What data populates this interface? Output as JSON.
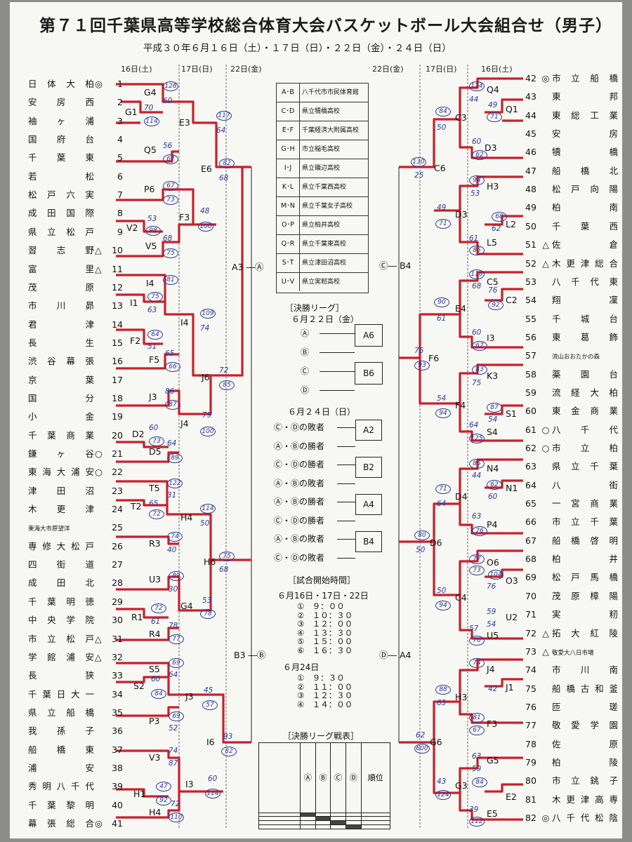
{
  "header": {
    "title": "第７１回千葉県高等学校総合体育大会バスケットボール大会組合せ（男子）",
    "subtitle": "平成３０年６月１６日（土）・１７日（日）・２２日（金）・２４日（日）"
  },
  "day_headers": {
    "l16": "16日(土)",
    "l17": "17日(日)",
    "l22": "22日(金)",
    "r22": "22日(金)",
    "r17": "17日(日)",
    "r16": "16日(土)"
  },
  "left_teams": [
    {
      "no": "1",
      "name": "日体大柏",
      "suffix": "◎"
    },
    {
      "no": "2",
      "name": "安房西",
      "suffix": ""
    },
    {
      "no": "3",
      "name": "袖ヶ浦",
      "suffix": ""
    },
    {
      "no": "4",
      "name": "国府台",
      "suffix": ""
    },
    {
      "no": "5",
      "name": "千葉東",
      "suffix": ""
    },
    {
      "no": "6",
      "name": "若松",
      "suffix": ""
    },
    {
      "no": "7",
      "name": "松戸六実",
      "suffix": ""
    },
    {
      "no": "8",
      "name": "成田国際",
      "suffix": ""
    },
    {
      "no": "9",
      "name": "県立松戸",
      "suffix": ""
    },
    {
      "no": "10",
      "name": "習志野",
      "suffix": "△"
    },
    {
      "no": "11",
      "name": "富里",
      "suffix": "△"
    },
    {
      "no": "12",
      "name": "茂原",
      "suffix": ""
    },
    {
      "no": "13",
      "name": "市川昴",
      "suffix": ""
    },
    {
      "no": "14",
      "name": "君津",
      "suffix": ""
    },
    {
      "no": "15",
      "name": "長生",
      "suffix": ""
    },
    {
      "no": "16",
      "name": "渋谷幕張",
      "suffix": ""
    },
    {
      "no": "17",
      "name": "京葉",
      "suffix": ""
    },
    {
      "no": "18",
      "name": "国分",
      "suffix": ""
    },
    {
      "no": "19",
      "name": "小金",
      "suffix": ""
    },
    {
      "no": "20",
      "name": "千葉商業",
      "suffix": ""
    },
    {
      "no": "21",
      "name": "鎌ヶ谷",
      "suffix": "○"
    },
    {
      "no": "22",
      "name": "東海大浦安",
      "suffix": "○"
    },
    {
      "no": "23",
      "name": "津田沼",
      "suffix": ""
    },
    {
      "no": "24",
      "name": "木更津",
      "suffix": ""
    },
    {
      "no": "25",
      "name": "東海大市原望洋",
      "suffix": "",
      "small": true
    },
    {
      "no": "26",
      "name": "専修大松戸",
      "suffix": ""
    },
    {
      "no": "27",
      "name": "四街道",
      "suffix": ""
    },
    {
      "no": "28",
      "name": "成田北",
      "suffix": ""
    },
    {
      "no": "29",
      "name": "千葉明徳",
      "suffix": ""
    },
    {
      "no": "30",
      "name": "中央学院",
      "suffix": ""
    },
    {
      "no": "31",
      "name": "市立松戸",
      "suffix": "△"
    },
    {
      "no": "32",
      "name": "学館浦安",
      "suffix": "△"
    },
    {
      "no": "33",
      "name": "長狭",
      "suffix": ""
    },
    {
      "no": "34",
      "name": "千葉日大一",
      "suffix": ""
    },
    {
      "no": "35",
      "name": "県立船橋",
      "suffix": ""
    },
    {
      "no": "36",
      "name": "我孫子",
      "suffix": ""
    },
    {
      "no": "37",
      "name": "船橋東",
      "suffix": ""
    },
    {
      "no": "38",
      "name": "浦安",
      "suffix": ""
    },
    {
      "no": "39",
      "name": "秀明八千代",
      "suffix": ""
    },
    {
      "no": "40",
      "name": "千葉黎明",
      "suffix": ""
    },
    {
      "no": "41",
      "name": "幕張総合",
      "suffix": "◎"
    }
  ],
  "right_teams": [
    {
      "no": "42",
      "name": "市立船橋",
      "suffix": "◎"
    },
    {
      "no": "43",
      "name": "東邦",
      "suffix": ""
    },
    {
      "no": "44",
      "name": "東総工業",
      "suffix": ""
    },
    {
      "no": "45",
      "name": "安房",
      "suffix": ""
    },
    {
      "no": "46",
      "name": "犢橋",
      "suffix": ""
    },
    {
      "no": "47",
      "name": "船橋北",
      "suffix": ""
    },
    {
      "no": "48",
      "name": "松戸向陽",
      "suffix": ""
    },
    {
      "no": "49",
      "name": "柏南",
      "suffix": ""
    },
    {
      "no": "50",
      "name": "千葉西",
      "suffix": ""
    },
    {
      "no": "51",
      "name": "佐倉",
      "suffix": "△"
    },
    {
      "no": "52",
      "name": "木更津総合",
      "suffix": "△"
    },
    {
      "no": "53",
      "name": "八千代東",
      "suffix": ""
    },
    {
      "no": "54",
      "name": "翔凜",
      "suffix": ""
    },
    {
      "no": "55",
      "name": "千城台",
      "suffix": ""
    },
    {
      "no": "56",
      "name": "東葛飾",
      "suffix": ""
    },
    {
      "no": "57",
      "name": "流山おおたかの森",
      "suffix": "",
      "small": true
    },
    {
      "no": "58",
      "name": "薬園台",
      "suffix": ""
    },
    {
      "no": "59",
      "name": "流経大柏",
      "suffix": ""
    },
    {
      "no": "60",
      "name": "東金商業",
      "suffix": ""
    },
    {
      "no": "61",
      "name": "八千代",
      "suffix": "○"
    },
    {
      "no": "62",
      "name": "市立柏",
      "suffix": "○"
    },
    {
      "no": "63",
      "name": "県立千葉",
      "suffix": ""
    },
    {
      "no": "64",
      "name": "八街",
      "suffix": ""
    },
    {
      "no": "65",
      "name": "一宮商業",
      "suffix": ""
    },
    {
      "no": "66",
      "name": "市立千葉",
      "suffix": ""
    },
    {
      "no": "67",
      "name": "船橋啓明",
      "suffix": ""
    },
    {
      "no": "68",
      "name": "柏井",
      "suffix": ""
    },
    {
      "no": "69",
      "name": "松戸馬橋",
      "suffix": ""
    },
    {
      "no": "70",
      "name": "茂原樟陽",
      "suffix": ""
    },
    {
      "no": "71",
      "name": "実籾",
      "suffix": ""
    },
    {
      "no": "72",
      "name": "拓大紅陵",
      "suffix": "△"
    },
    {
      "no": "73",
      "name": "敬愛大八日市場",
      "suffix": "△",
      "small": true
    },
    {
      "no": "74",
      "name": "市川南",
      "suffix": ""
    },
    {
      "no": "75",
      "name": "船橋古和釜",
      "suffix": ""
    },
    {
      "no": "76",
      "name": "匝瑳",
      "suffix": ""
    },
    {
      "no": "77",
      "name": "敬愛学園",
      "suffix": ""
    },
    {
      "no": "78",
      "name": "佐原",
      "suffix": ""
    },
    {
      "no": "79",
      "name": "柏陵",
      "suffix": ""
    },
    {
      "no": "80",
      "name": "市立銚子",
      "suffix": ""
    },
    {
      "no": "81",
      "name": "木更津高専",
      "suffix": ""
    },
    {
      "no": "82",
      "name": "八千代松陰",
      "suffix": "◎"
    }
  ],
  "venues": [
    {
      "key": "A･B",
      "name": "八千代市市民体育館"
    },
    {
      "key": "C･D",
      "name": "県立犢橋高校"
    },
    {
      "key": "E･F",
      "name": "千葉経済大附属高校"
    },
    {
      "key": "G･H",
      "name": "市立稲毛高校"
    },
    {
      "key": "I･J",
      "name": "県立磯辺高校"
    },
    {
      "key": "K･L",
      "name": "県立千葉西高校"
    },
    {
      "key": "M･N",
      "name": "県立千葉女子高校"
    },
    {
      "key": "O･P",
      "name": "県立柏井高校"
    },
    {
      "key": "Q･R",
      "name": "県立千葉東高校"
    },
    {
      "key": "S･T",
      "name": "県立津田沼高校"
    },
    {
      "key": "U･V",
      "name": "県立実籾高校"
    }
  ],
  "final_league": {
    "title": "［決勝リーグ］",
    "date": "６月２２日（金）",
    "rows": [
      {
        "label": "Ⓐ",
        "box": "A6"
      },
      {
        "label": "Ⓑ",
        "box": ""
      },
      {
        "label": "Ⓒ",
        "box": "B6"
      },
      {
        "label": "Ⓓ",
        "box": ""
      }
    ]
  },
  "day24": {
    "date": "６月２４日（日）",
    "rows": [
      {
        "label": "Ⓒ・Ⓓの敗者",
        "box": "A2"
      },
      {
        "label": "Ⓐ・Ⓑの勝者",
        "box": ""
      },
      {
        "label": "Ⓒ・Ⓓの勝者",
        "box": "B2"
      },
      {
        "label": "Ⓐ・Ⓑの敗者",
        "box": ""
      },
      {
        "label": "Ⓐ・Ⓑの勝者",
        "box": "A4"
      },
      {
        "label": "Ⓒ・Ⓓの勝者",
        "box": ""
      },
      {
        "label": "Ⓐ・Ⓑの敗者",
        "box": "B4"
      },
      {
        "label": "Ⓒ・Ⓓの敗者",
        "box": ""
      }
    ]
  },
  "start_times": {
    "title": "［試合開始時間］",
    "date1": "６月16日・17日・22日",
    "times1": [
      "①　９：００",
      "②　１０：３０",
      "③　１２：００",
      "④　１３：３０",
      "⑤　１５：００",
      "⑥　１６：３０"
    ],
    "date2": "６月24日",
    "times2": [
      "①　９：３０",
      "②　１１：００",
      "③　１２：３０",
      "④　１４：００"
    ]
  },
  "league_table": {
    "title": "［決勝リーグ戦表］",
    "headers": [
      "",
      "Ⓐ",
      "Ⓑ",
      "Ⓒ",
      "Ⓓ",
      "順位"
    ]
  },
  "match_labels": {
    "G4": "G4",
    "G1": "G1",
    "Q5": "Q5",
    "P6": "P6",
    "V2": "V2",
    "V5": "V5",
    "E3": "E3",
    "F3": "F3",
    "E6": "E6",
    "I4": "I4",
    "I1": "I1",
    "F2": "F2",
    "F5": "F5",
    "J3": "J3",
    "D2": "D2",
    "D5": "D5",
    "I4b": "I4",
    "J4": "J4",
    "J6": "J6",
    "A3": "A3 ―Ⓐ",
    "T5": "T5",
    "T2": "T2",
    "R3": "R3",
    "U3": "U3",
    "R1": "R1",
    "R4": "R4",
    "H4": "H4",
    "G4b": "G4",
    "H6": "H6",
    "S5": "S5",
    "S2": "S2",
    "P3": "P3",
    "V3": "V3",
    "H1": "H1",
    "H4b": "H4",
    "J3b": "J3",
    "I3": "I3",
    "I6": "I6",
    "B3": "B3 ―Ⓑ",
    "Q4": "Q4",
    "Q1": "Q1",
    "D3": "D3",
    "H3": "H3",
    "L2": "L2",
    "L5": "L5",
    "C3": "C3",
    "D3b": "D3",
    "C6": "C6",
    "B4": "Ⓒ― B4",
    "C5": "C5",
    "C2": "C2",
    "I3b": "I3",
    "K3": "K3",
    "S1": "S1",
    "S4": "S4",
    "E4": "E4",
    "F4": "F4",
    "F6": "F6",
    "N4": "N4",
    "N1": "N1",
    "P4": "P4",
    "O6": "O6",
    "O3": "O3",
    "U2": "U2",
    "U5": "U5",
    "D4": "D4",
    "C4": "C4",
    "D6": "D6",
    "J4b": "J4",
    "J1": "J1",
    "F3b": "F3",
    "G5": "G5",
    "E2": "E2",
    "E5": "E5",
    "H3b": "H3",
    "G3": "G3",
    "G6": "G6",
    "A4": "Ⓓ― A4"
  },
  "scores": {
    "s1": "128",
    "s2": "60",
    "s3": "70",
    "s4": "114",
    "s5": "56",
    "s6": "67",
    "s7": "117",
    "s8": "64",
    "s9": "82",
    "s10": "68",
    "s11": "67",
    "s12": "73",
    "s13": "53",
    "s14": "98",
    "s15": "68",
    "s16": "75",
    "s17": "48",
    "s18": "100",
    "s19": "81",
    "s20": "75",
    "s21": "63",
    "s22": "109",
    "s23": "74",
    "s24": "64",
    "s25": "51",
    "s26": "65",
    "s27": "66",
    "s28": "86",
    "s29": "87",
    "s30": "60",
    "s31": "73",
    "s32": "64",
    "s33": "89",
    "s34": "79",
    "s35": "100",
    "s36": "72",
    "s37": "85",
    "s38": "122",
    "s39": "31",
    "s40": "65",
    "s41": "72",
    "s42": "114",
    "s43": "50",
    "s44": "74",
    "s45": "40",
    "s46": "89",
    "s47": "30",
    "s48": "72",
    "s49": "61",
    "s50": "78",
    "s51": "77",
    "s52": "53",
    "s53": "78",
    "s54": "75",
    "s55": "68",
    "s56": "69",
    "s57": "64",
    "s58": "60",
    "s59": "84",
    "s60": "45",
    "s61": "57",
    "s62": "69",
    "s63": "52",
    "s64": "93",
    "s65": "82",
    "s66": "74",
    "s67": "87",
    "s68": "72",
    "s69": "110",
    "s70": "60",
    "s71": "114",
    "s72": "47",
    "s73": "92",
    "s74": "124",
    "s75": "44",
    "s76": "49",
    "s77": "71",
    "s78": "84",
    "s79": "50",
    "s80": "60",
    "s81": "62",
    "s82": "130",
    "s83": "25",
    "s84": "94",
    "s85": "53",
    "s86": "68",
    "s87": "62",
    "s88": "61",
    "s89": "85",
    "s90": "49",
    "s91": "71",
    "s92": "118",
    "s93": "68",
    "s94": "90",
    "s95": "61",
    "s96": "76",
    "s97": "92",
    "s98": "60",
    "s99": "67",
    "s100": "76",
    "s101": "93",
    "s102": "83",
    "s103": "75",
    "s104": "54",
    "s105": "94",
    "s106": "87",
    "s107": "54",
    "s108": "64",
    "s109": "125",
    "s110": "85",
    "s111": "44",
    "s112": "71",
    "s113": "64",
    "s114": "62",
    "s115": "60",
    "s116": "63",
    "s117": "76",
    "s118": "80",
    "s119": "50",
    "s120": "77",
    "s121": "73",
    "s122": "104",
    "s123": "76",
    "s124": "50",
    "s125": "94",
    "s126": "59",
    "s127": "54",
    "s128": "57",
    "s129": "70",
    "s130": "74",
    "s131": "42",
    "s132": "88",
    "s133": "63",
    "s134": "81",
    "s135": "67",
    "s136": "600",
    "s137": "62",
    "s138": "63",
    "s139": "59",
    "s140": "84",
    "s141": "43",
    "s142": "124",
    "s143": "39",
    "s144": "112"
  }
}
